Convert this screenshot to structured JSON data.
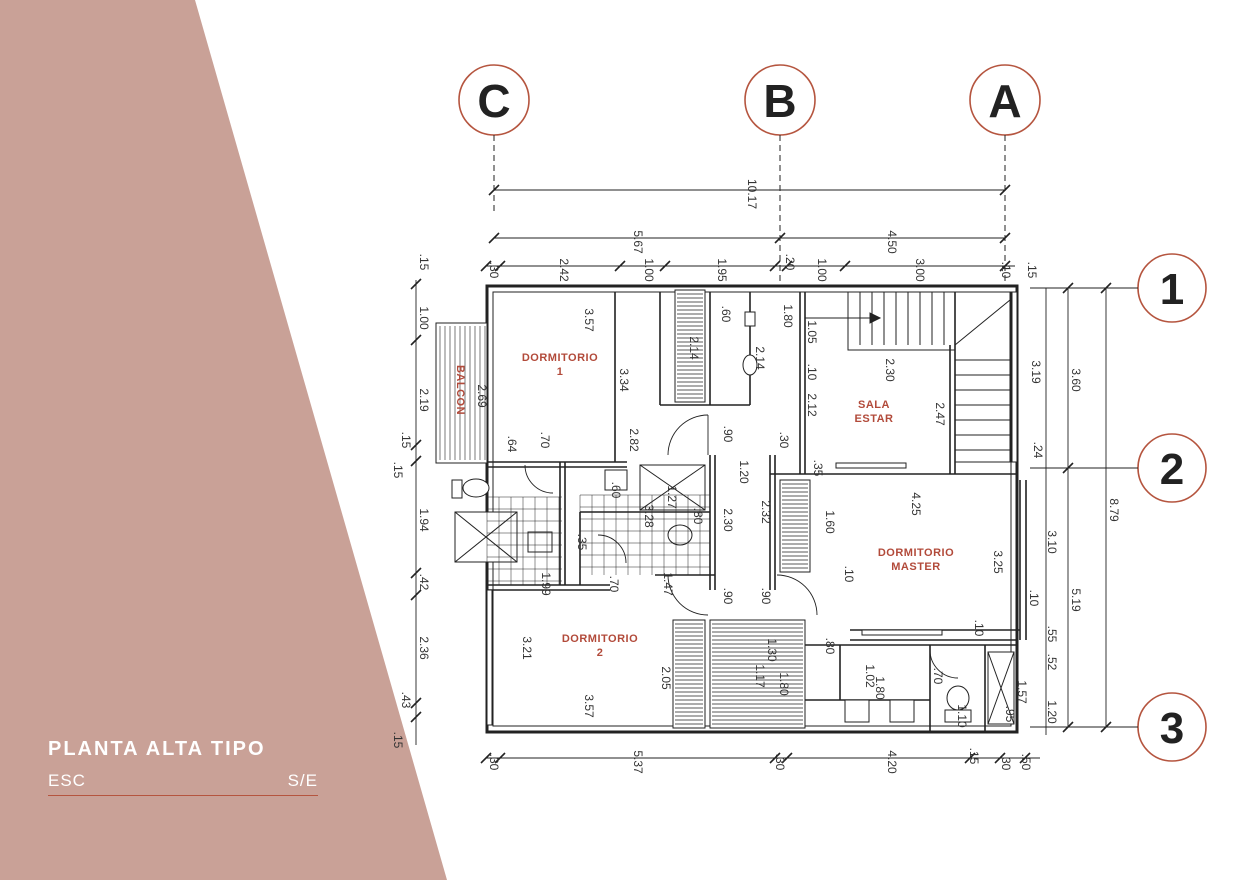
{
  "colors": {
    "band": "#c9a197",
    "accent": "#b5553f",
    "room_label": "#b24a3a",
    "line": "#222222"
  },
  "title_block": {
    "title": "PLANTA ALTA TIPO",
    "scale_label": "ESC",
    "scale_value": "S/E"
  },
  "axes": {
    "columns": [
      "C",
      "B",
      "A"
    ],
    "rows": [
      "1",
      "2",
      "3"
    ]
  },
  "rooms": [
    {
      "id": "dormitorio-1",
      "lines": [
        "DORMITORIO",
        "1"
      ]
    },
    {
      "id": "sala-estar",
      "lines": [
        "SALA",
        "ESTAR"
      ]
    },
    {
      "id": "dormitorio-master",
      "lines": [
        "DORMITORIO",
        "MASTER"
      ]
    },
    {
      "id": "dormitorio-2",
      "lines": [
        "DORMITORIO",
        "2"
      ]
    },
    {
      "id": "balcon",
      "lines": [
        "BALCON"
      ]
    }
  ],
  "dimensions": {
    "overall_width": "10.17",
    "top_row_1": [
      "5.67",
      "4.50"
    ],
    "top_row_2": [
      ".30",
      "2.42",
      "1.00",
      "1.95",
      ".20",
      "1.00",
      "3.00",
      ".10",
      ".15"
    ],
    "bottom_row": [
      ".30",
      "5.37",
      ".30",
      "4.20",
      ".15",
      ".30",
      ".50"
    ],
    "left_column": [
      ".15",
      "1.00",
      "2.19",
      ".15",
      ".15",
      "1.94",
      ".42",
      "2.36",
      ".43",
      ".15"
    ],
    "right_column_outer": [
      "3.60",
      "5.19"
    ],
    "right_column_total": "8.79",
    "right_column_inner": [
      "3.19",
      ".24",
      "3.10",
      ".55",
      ".52",
      "1.20"
    ],
    "interior": [
      "3.57",
      "3.34",
      "2.14",
      ".60",
      "1.80",
      "2.14",
      "1.05",
      "2.30",
      ".10",
      "2.12",
      "2.47",
      "2.69",
      ".64",
      ".70",
      "2.82",
      ".90",
      "1.20",
      ".30",
      ".35",
      "4.25",
      "1.27",
      ".60",
      ".80",
      "3.28",
      ".35",
      "2.30",
      "2.32",
      "1.60",
      "3.25",
      ".10",
      "1.99",
      ".70",
      "1.47",
      ".90",
      ".90",
      ".10",
      "3.21",
      "2.05",
      "3.57",
      "1.30",
      "1.17",
      "1.80",
      ".80",
      "1.02",
      "1.80",
      ".70",
      "1.10",
      "1.57",
      ".95",
      ".10"
    ]
  }
}
